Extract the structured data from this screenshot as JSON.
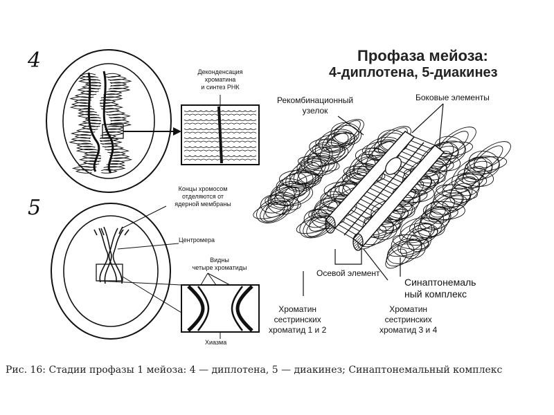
{
  "title": {
    "line1": "Профаза мейоза:",
    "line2": "4-диплотена, 5-диакинез"
  },
  "panel4": {
    "number": "4",
    "inset_label": [
      "Деконденсация",
      "хроматина",
      "и синтез РНК"
    ]
  },
  "panel5": {
    "number": "5",
    "label_ends": [
      "Концы хромосом",
      "отделяются от",
      "ядерной мембраны"
    ],
    "label_centromere": "Центромера",
    "label_chromatids": [
      "Видны",
      "четыре хроматиды"
    ],
    "label_chiasma": "Хиазма"
  },
  "complex": {
    "label_nodule": [
      "Рекомбинационный",
      "узелок"
    ],
    "label_lateral": "Боковые элементы",
    "label_axial": "Осевой элемент",
    "label_sc": [
      "Синаптонемаль",
      "ный комплекс"
    ],
    "label_chromatin_12": [
      "Хроматин",
      "сестринских",
      "хроматид 1 и 2"
    ],
    "label_chromatin_34": [
      "Хроматин",
      "сестринских",
      "хроматид 3 и 4"
    ]
  },
  "caption": "Рис. 16: Стадии профазы 1 мейоза: 4 — диплотена, 5 — диакинез; Синаптонемальный комплекс"
}
